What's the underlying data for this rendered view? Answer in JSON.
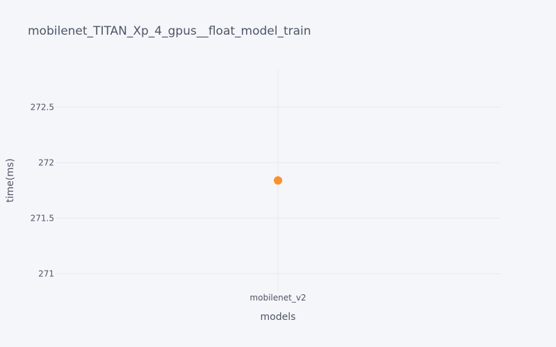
{
  "chart_data": {
    "type": "scatter",
    "title": "mobilenet_TITAN_Xp_4_gpus__float_model_train",
    "xlabel": "models",
    "ylabel": "time(ms)",
    "categories": [
      "mobilenet_v2"
    ],
    "series": [
      {
        "values": [
          271.84
        ]
      }
    ],
    "ylim": [
      270.84,
      272.84
    ],
    "yticks": [
      271,
      271.5,
      272,
      272.5
    ],
    "ytick_labels": [
      "271",
      "271.5",
      "272",
      "272.5"
    ],
    "grid": true,
    "marker_color": "#f7922c",
    "grid_color": "#e6e8ef",
    "background_color": "#f5f6fa",
    "text_color": "#4c5566"
  }
}
